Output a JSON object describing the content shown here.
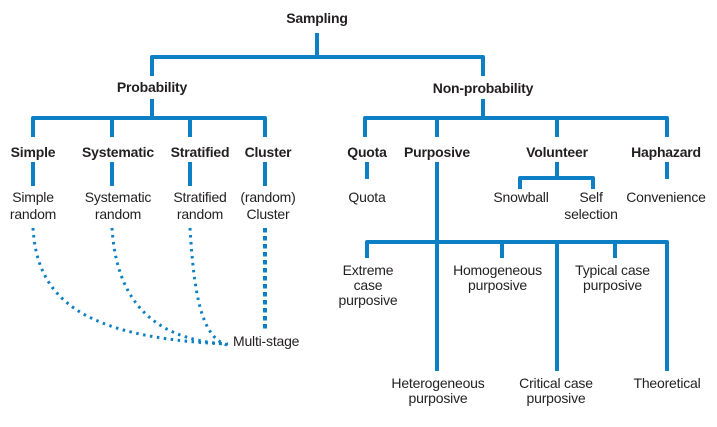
{
  "figure": {
    "accent_color": "#0d7fc4",
    "text_color": "#231f20",
    "root_label": "Sampling"
  },
  "probability": {
    "label": "Probability",
    "types": [
      "Simple",
      "Systematic",
      "Stratified",
      "Cluster"
    ],
    "subtypes": [
      "Simple random",
      "Systematic random",
      "Stratified random",
      "(random) Cluster"
    ],
    "combined_label": "Multi-stage"
  },
  "non_probability": {
    "label": "Non-probability",
    "types": [
      "Quota",
      "Purposive",
      "Volunteer",
      "Haphazard"
    ],
    "quota_subtype": "Quota",
    "volunteer_subtypes": [
      "Snowball",
      "Self selection"
    ],
    "haphazard_subtype": "Convenience",
    "purposive_subtypes": [
      "Extreme case purposive",
      "Homogeneous purposive",
      "Typical case purposive",
      "Heterogeneous purposive",
      "Critical case purposive",
      "Theoretical"
    ]
  }
}
